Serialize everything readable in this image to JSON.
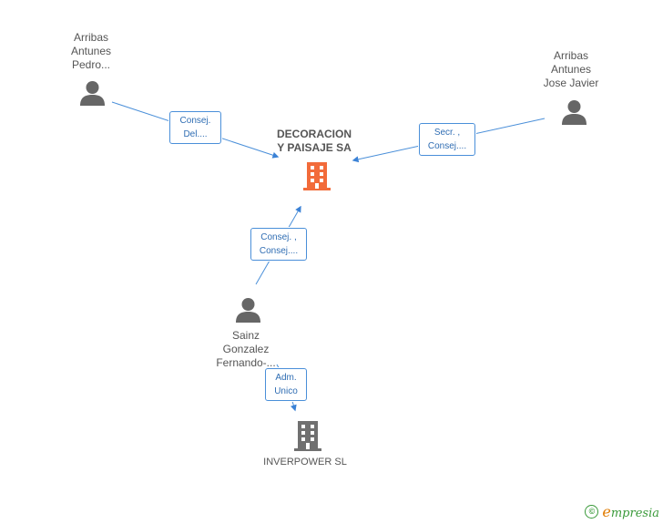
{
  "companies": {
    "main": {
      "name_line1": "DECORACION",
      "name_line2": "Y PAISAJE SA",
      "color": "#f26b3a"
    },
    "other": {
      "name": "INVERPOWER SL",
      "color": "#707070"
    }
  },
  "people": {
    "pedro": {
      "line1": "Arribas",
      "line2": "Antunes",
      "line3": "Pedro..."
    },
    "jose": {
      "line1": "Arribas",
      "line2": "Antunes",
      "line3": "Jose Javier"
    },
    "sainz": {
      "line1": "Sainz",
      "line2": "Gonzalez",
      "line3": "Fernando-..."
    }
  },
  "relations": {
    "pedro_main": {
      "line1": "Consej.",
      "line2": "Del...."
    },
    "jose_main": {
      "line1": "Secr. ,",
      "line2": "Consej...."
    },
    "sainz_main": {
      "line1": "Consej. ,",
      "line2": "Consej...."
    },
    "sainz_other": {
      "line1": "Adm.",
      "line2": "Unico"
    }
  },
  "footer": {
    "copyright": "©",
    "brand_first": "e",
    "brand_rest": "mpresia"
  },
  "colors": {
    "edge": "#4a8fd9",
    "person_icon": "#666666"
  },
  "icons": {
    "person": "person-icon",
    "main_company": "building-icon",
    "other_company": "building-icon"
  }
}
